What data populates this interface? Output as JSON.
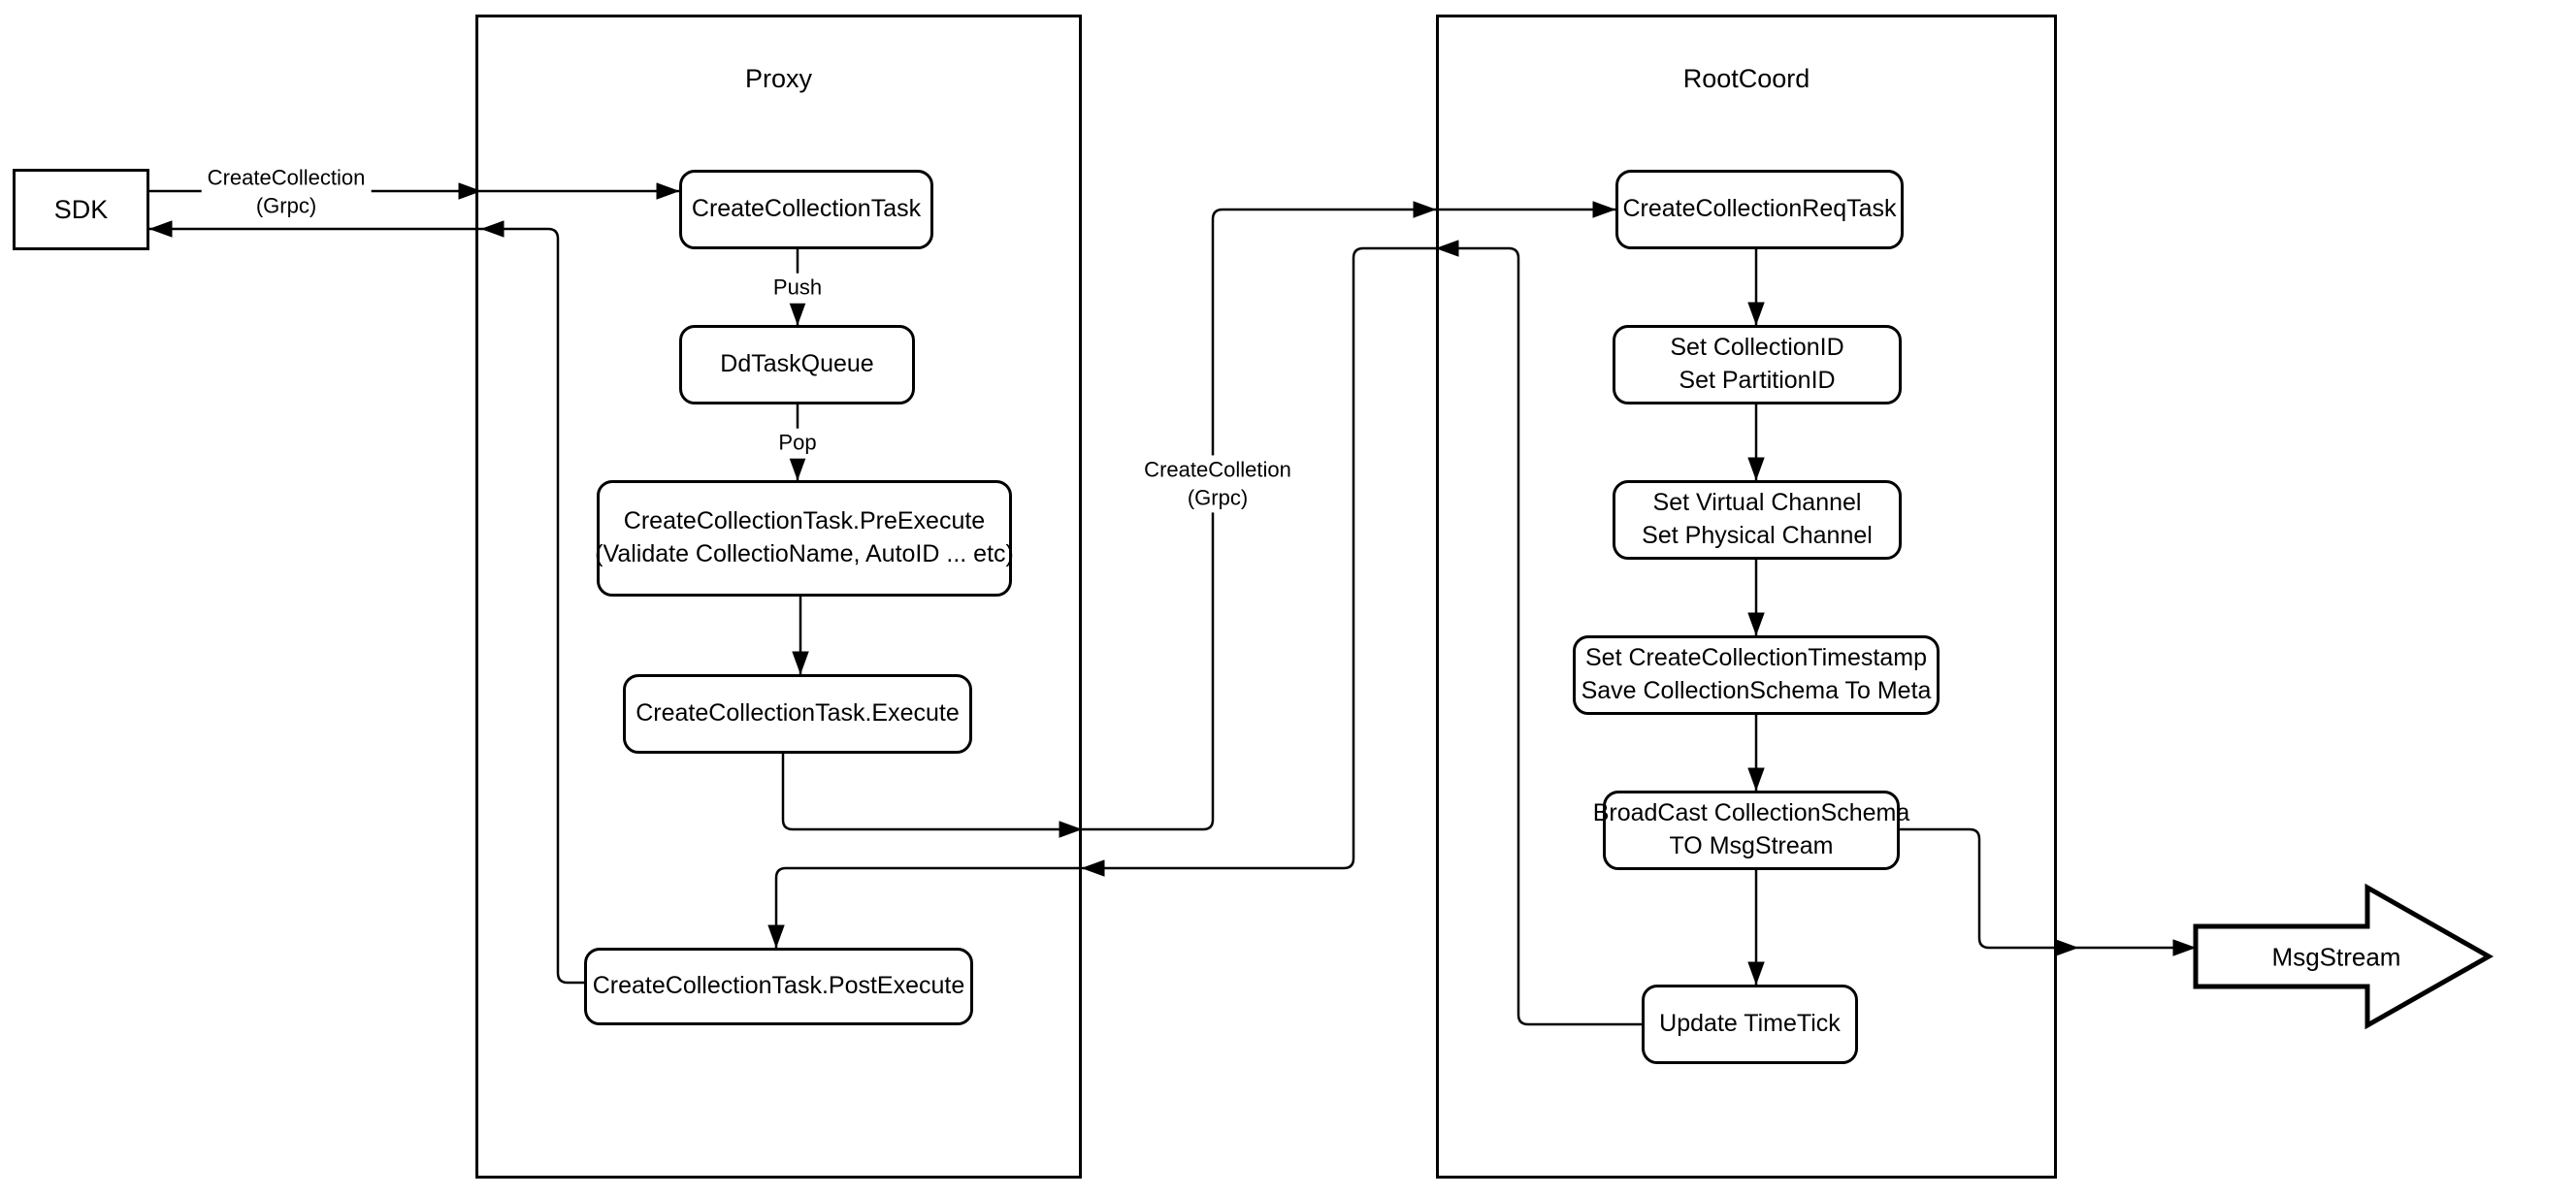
{
  "diagram": {
    "colors": {
      "stroke": "#000000",
      "fill": "#ffffff"
    },
    "containers": [
      {
        "id": "proxy",
        "title": "Proxy"
      },
      {
        "id": "rootcoord",
        "title": "RootCoord"
      }
    ],
    "nodes": [
      {
        "id": "sdk",
        "lines": [
          "SDK"
        ]
      },
      {
        "id": "create-collection-task",
        "lines": [
          "CreateCollectionTask"
        ]
      },
      {
        "id": "dd-task-queue",
        "lines": [
          "DdTaskQueue"
        ]
      },
      {
        "id": "pre-execute",
        "lines": [
          "CreateCollectionTask.PreExecute",
          "(Validate CollectioName, AutoID ... etc)"
        ]
      },
      {
        "id": "execute",
        "lines": [
          "CreateCollectionTask.Execute"
        ]
      },
      {
        "id": "post-execute",
        "lines": [
          "CreateCollectionTask.PostExecute"
        ]
      },
      {
        "id": "create-collection-req-task",
        "lines": [
          "CreateCollectionReqTask"
        ]
      },
      {
        "id": "set-collection-id",
        "lines": [
          "Set CollectionID",
          "Set PartitionID"
        ]
      },
      {
        "id": "set-channels",
        "lines": [
          "Set Virtual Channel",
          "Set Physical Channel"
        ]
      },
      {
        "id": "set-timestamp",
        "lines": [
          "Set CreateCollectionTimestamp",
          "Save CollectionSchema To Meta"
        ]
      },
      {
        "id": "broadcast-schema",
        "lines": [
          "BroadCast CollectionSchema",
          "TO MsgStream"
        ]
      },
      {
        "id": "update-timetick",
        "lines": [
          "Update TimeTick"
        ]
      },
      {
        "id": "msgstream",
        "lines": [
          "MsgStream"
        ]
      }
    ],
    "edge_labels": [
      {
        "id": "grpc-sdk",
        "lines": [
          "CreateCollection",
          "(Grpc)"
        ]
      },
      {
        "id": "push",
        "lines": [
          "Push"
        ]
      },
      {
        "id": "pop",
        "lines": [
          "Pop"
        ]
      },
      {
        "id": "grpc-proxy",
        "lines": [
          "CreateColletion",
          "(Grpc)"
        ]
      }
    ]
  }
}
